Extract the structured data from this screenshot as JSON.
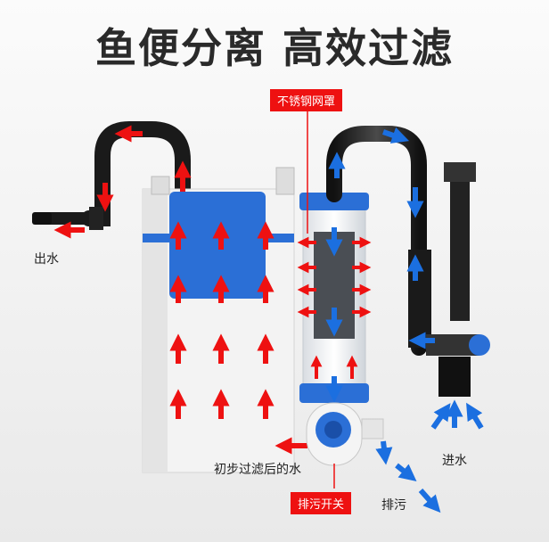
{
  "title": "鱼便分离 高效过滤",
  "labels": {
    "outlet": "出水",
    "inlet": "进水",
    "after_filter": "初步过滤后的水",
    "drain": "排污",
    "mesh_cover": "不锈钢网罩",
    "drain_switch": "排污开关"
  },
  "colors": {
    "flow_red": "#ee1111",
    "flow_blue": "#1b6fe0",
    "tank_blue": "#2b6fd6",
    "tag_red": "#e11111"
  }
}
